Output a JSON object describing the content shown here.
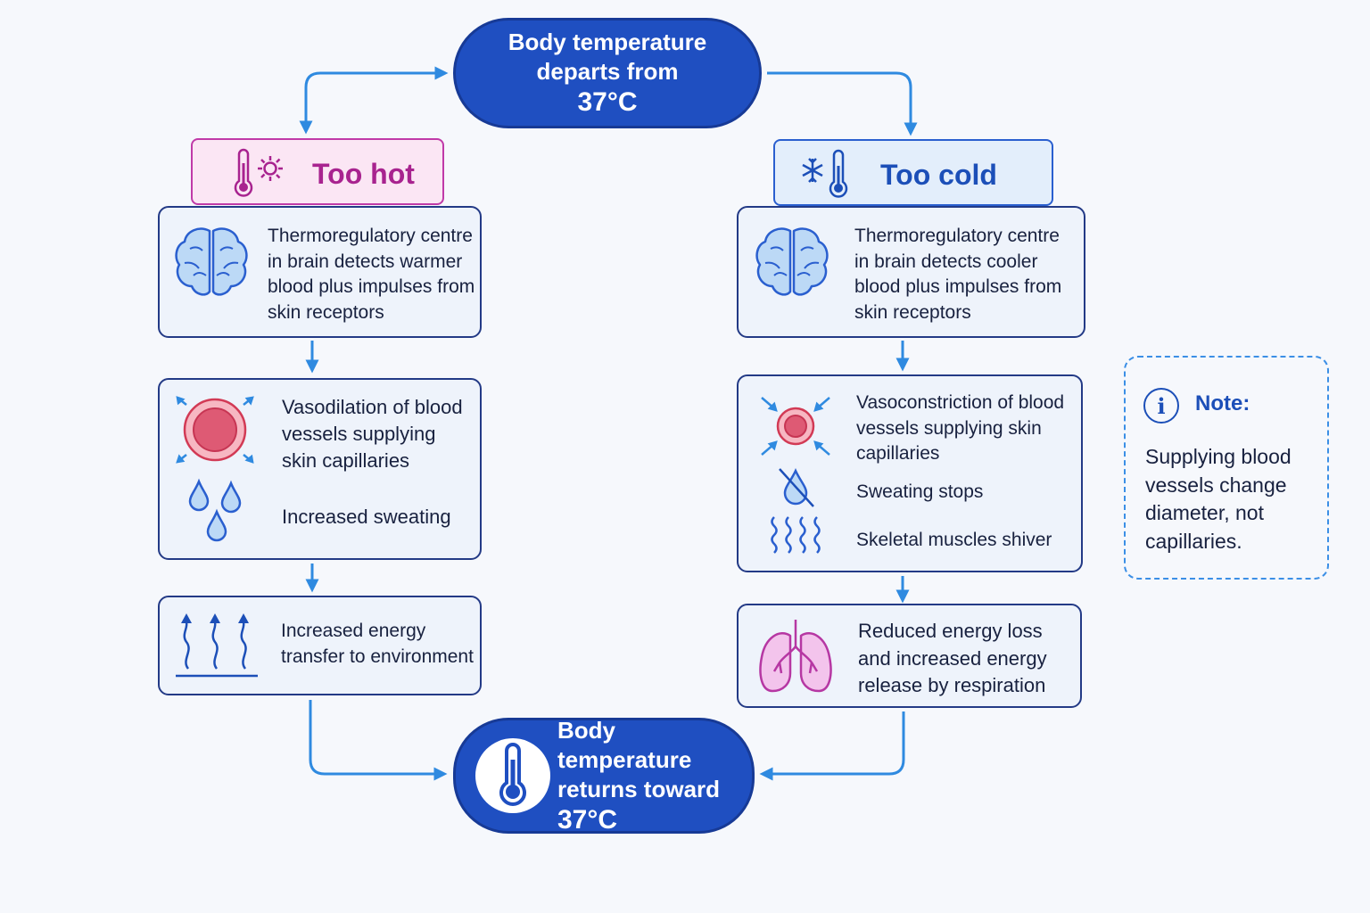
{
  "start_node": {
    "line1": "Body temperature",
    "line2": "departs from",
    "line3": "37°C"
  },
  "hot_branch": {
    "header": "Too hot",
    "detect_text": "Thermoregulatory centre in brain detects warmer blood plus impulses from skin receptors",
    "response_vessels": "Vasodilation of blood vessels supplying skin capillaries",
    "response_sweat": "Increased sweating",
    "outcome": "Increased energy transfer to environment"
  },
  "cold_branch": {
    "header": "Too cold",
    "detect_text": "Thermoregulatory centre in brain detects cooler blood plus impulses from skin receptors",
    "response_vessels": "Vasoconstriction of blood vessels supplying skin capillaries",
    "response_sweat": "Sweating stops",
    "response_shiver": "Skeletal muscles shiver",
    "outcome": "Reduced energy loss and increased energy release by respiration"
  },
  "end_node": {
    "line1": "Body temperature",
    "line2": "returns toward",
    "line3": "37°C"
  },
  "note": {
    "title": "Note:",
    "body": "Supplying blood vessels change diameter, not capillaries."
  },
  "colors": {
    "pill_fill": "#1f4fc1",
    "hot_accent": "#c03aa8",
    "cold_accent": "#2a5fcf",
    "arrow": "#2f8ae0",
    "card_border": "#233a86"
  }
}
